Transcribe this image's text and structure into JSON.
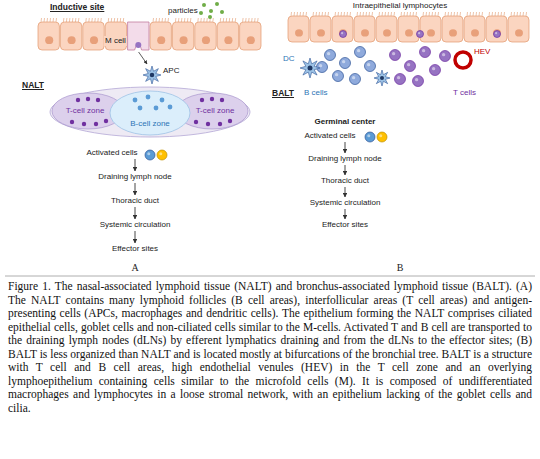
{
  "diagram": {
    "caption": "Figure 1. The nasal-associated lymphoid tissue (NALT) and bronchus-associated lymphoid tissue (BALT). (A) The NALT contains many lymphoid follicles (B cell areas), interfollicular areas (T cell areas) and antigen-presenting cells (APCs, macrophages and dendritic cells). The epithelium forming the NALT comprises ciliated epithelial cells, goblet cells and non-ciliated cells similar to the M-cells. Activated T and B cell are transported to the draining lymph nodes (dLNs) by efferent lymphatics draining and from the dLNs to the effector sites; (B) BALT is less organized than NALT and is located mostly at bifurcations of the bronchial tree. BALT is a structure with T cell and B cell areas, high endothelial venules (HEV) in the T cell zone and an overlying lymphoepithelium containing cells similar to the microfold cells (M). It is composed of undifferentiated macrophages and lymphocytes in a loose stromal network, with an epithelium lacking of the goblet cells and cilia.",
    "nodes": [
      {
        "text": [
          "Activated cells"
        ]
      },
      {
        "text": [
          "Draining lymph node"
        ]
      },
      {
        "text": [
          "Thoracic duct"
        ]
      },
      {
        "text": [
          "Systemic circulation"
        ]
      },
      {
        "text": [
          "Effector sites"
        ]
      },
      {
        "text": [
          "Activated cells"
        ]
      },
      {
        "text": [
          "Draining lymph node"
        ]
      },
      {
        "text": [
          "Thoracic duct"
        ]
      },
      {
        "text": [
          "Systemic circulation"
        ]
      },
      {
        "text": [
          "Effector sites"
        ]
      }
    ],
    "edges": [
      {
        "from": 0,
        "to": 1,
        "arrow": "to"
      },
      {
        "from": 1,
        "to": 2,
        "arrow": "to"
      },
      {
        "from": 2,
        "to": 3,
        "arrow": "to"
      },
      {
        "from": 3,
        "to": 4,
        "arrow": "to"
      },
      {
        "from": 5,
        "to": 6,
        "arrow": "to"
      },
      {
        "from": 6,
        "to": 7,
        "arrow": "to"
      },
      {
        "from": 7,
        "to": 8,
        "arrow": "to"
      },
      {
        "from": 8,
        "to": 9,
        "arrow": "to"
      }
    ],
    "labels": [
      "Inductive site",
      "particles",
      "M cell",
      "APC",
      "NALT",
      "T-cell zone",
      "B-cell zone",
      "T-cell zone",
      "A",
      "Intraepithelial lymphocytes",
      "DC",
      "BALT",
      "B cells",
      "HEV",
      "T cells",
      "Germinal center",
      "B"
    ]
  }
}
